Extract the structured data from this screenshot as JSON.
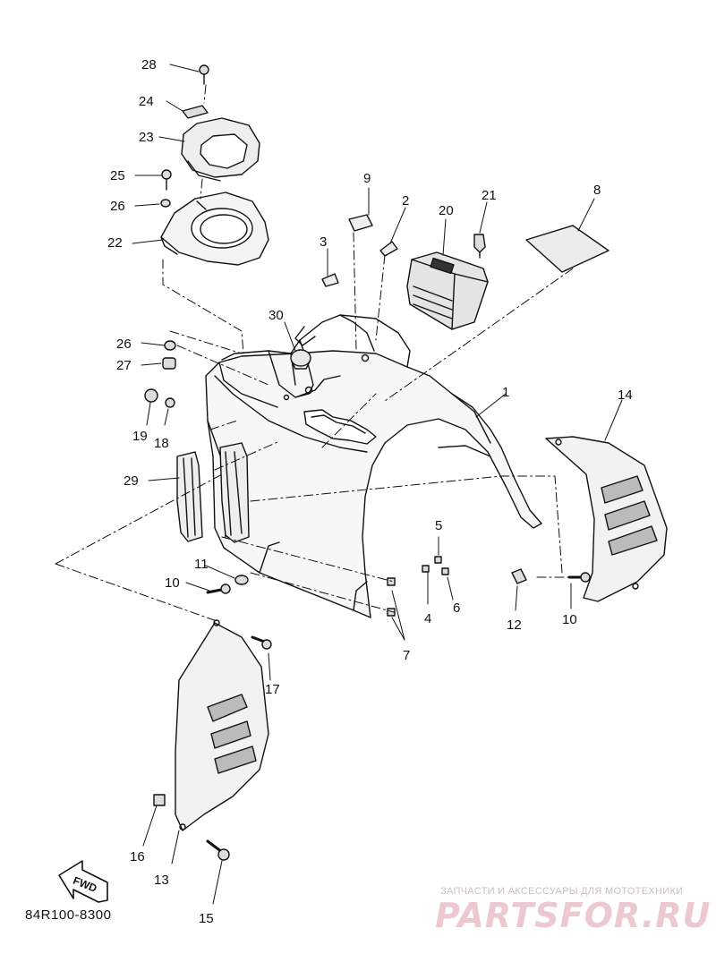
{
  "diagram": {
    "drawing_code": "84R100-8300",
    "fwd_arrow_label": "FWD",
    "watermark_tagline": "ЗАПЧАСТИ И АКСЕССУАРЫ ДЛЯ МОТОТЕХНИКИ",
    "watermark_brand": "PARTSFOR.RU",
    "ink_color": "#111111",
    "watermark_color": "#ecc9ce",
    "part_labels": {
      "p1": "1",
      "p2": "2",
      "p3": "3",
      "p4": "4",
      "p5": "5",
      "p6": "6",
      "p7": "7",
      "p8": "8",
      "p9": "9",
      "p10a": "10",
      "p10b": "10",
      "p11": "11",
      "p12": "12",
      "p13": "13",
      "p14": "14",
      "p15": "15",
      "p16": "16",
      "p17": "17",
      "p18": "18",
      "p19": "19",
      "p20": "20",
      "p21": "21",
      "p22": "22",
      "p23": "23",
      "p24": "24",
      "p25": "25",
      "p26a": "26",
      "p26b": "26",
      "p27": "27",
      "p28": "28",
      "p29": "29",
      "p30": "30"
    }
  }
}
